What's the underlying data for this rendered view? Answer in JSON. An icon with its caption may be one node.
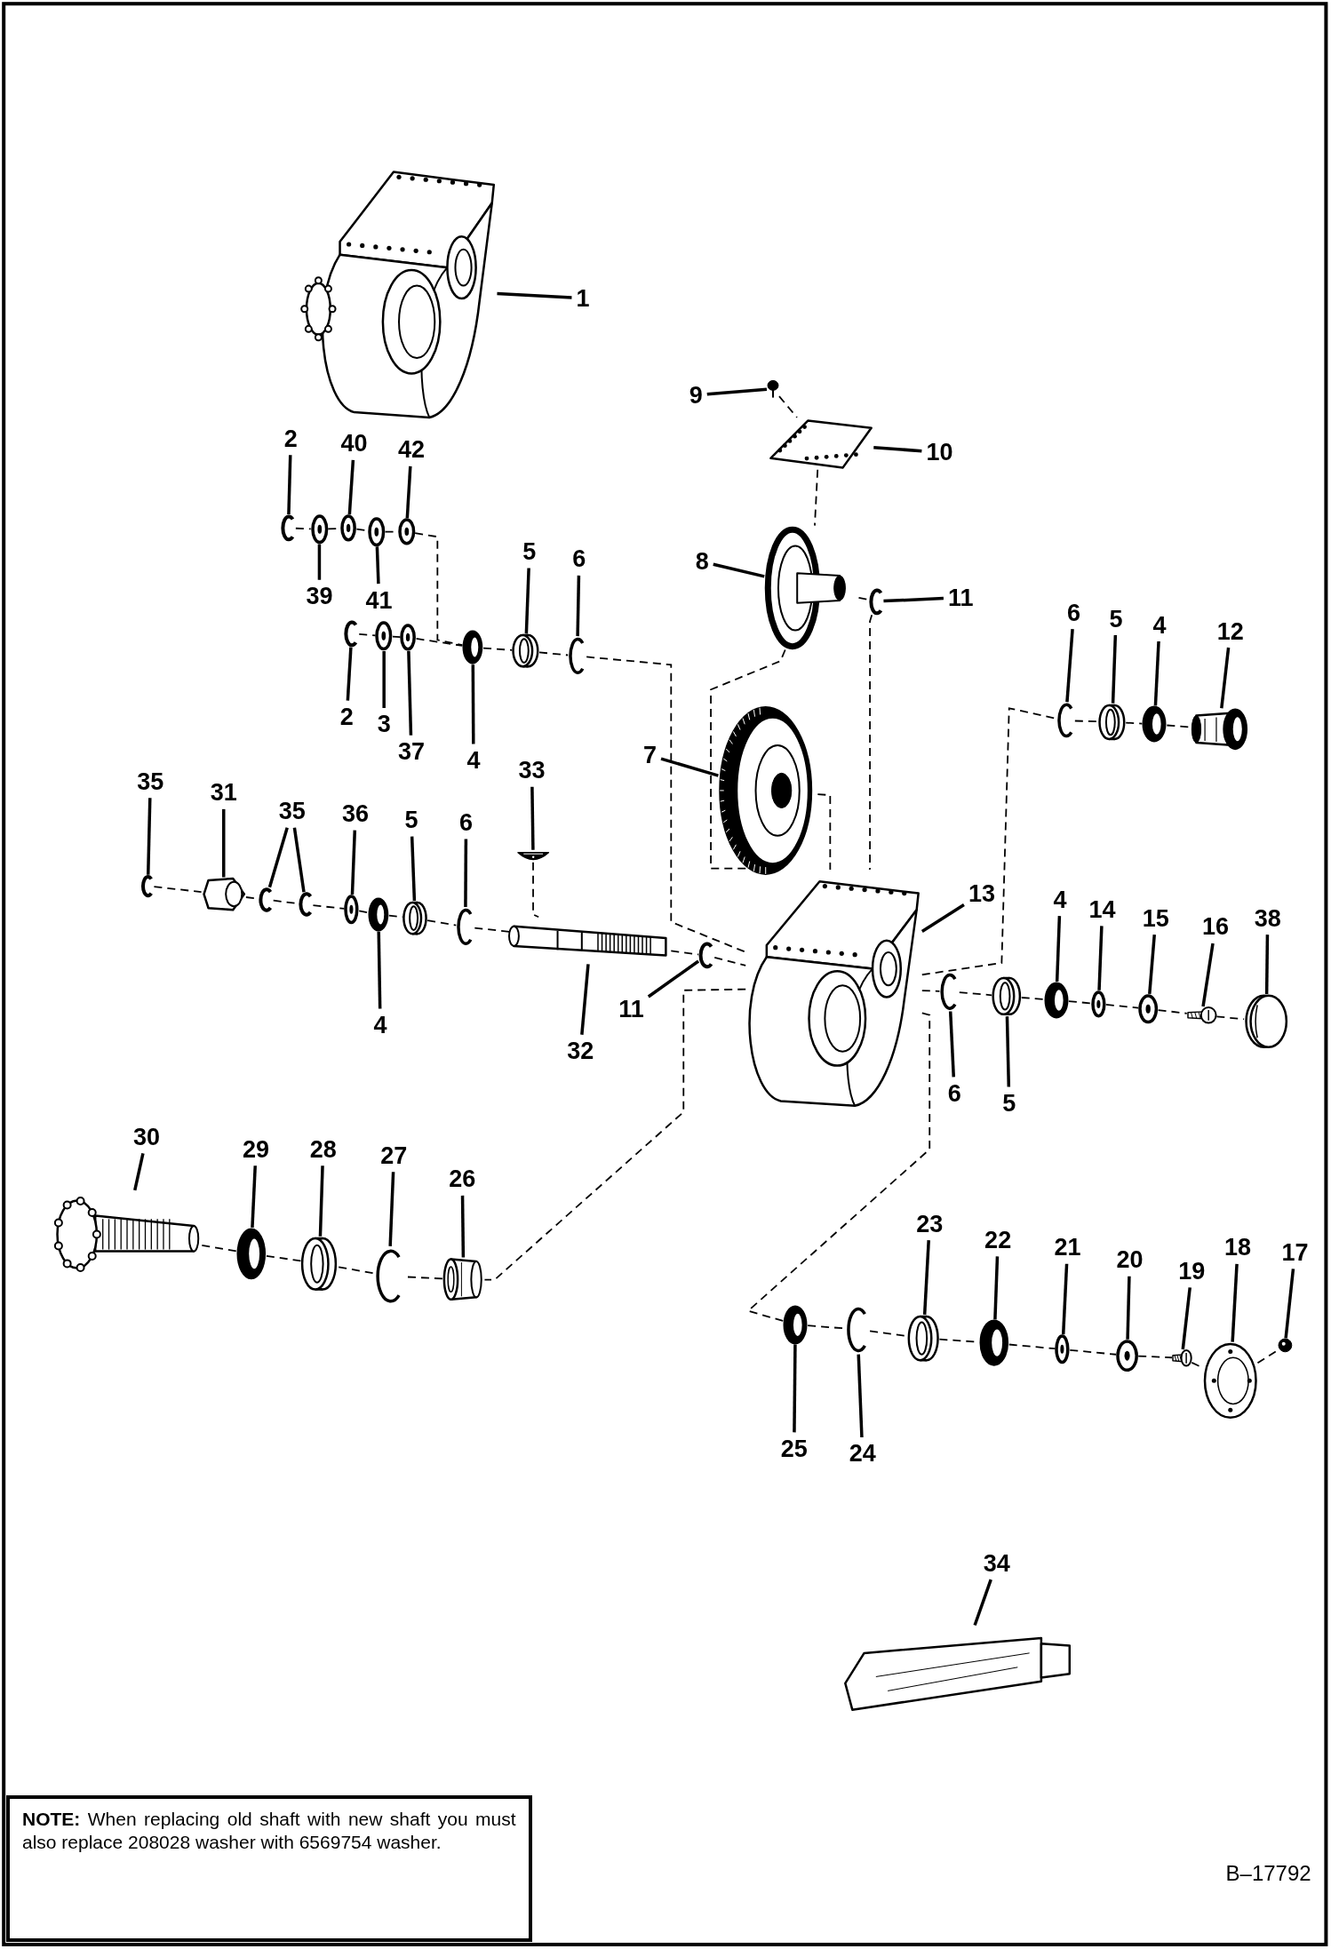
{
  "diagram": {
    "nodes": [
      {
        "text": [
          "1"
        ]
      },
      {
        "text": [
          "2"
        ]
      },
      {
        "text": [
          "40"
        ]
      },
      {
        "text": [
          "42"
        ]
      },
      {
        "text": [
          "9"
        ]
      },
      {
        "text": [
          "39"
        ]
      },
      {
        "text": [
          "41"
        ]
      },
      {
        "text": [
          "10"
        ]
      },
      {
        "text": [
          "5"
        ]
      },
      {
        "text": [
          "6"
        ]
      },
      {
        "text": [
          "8"
        ]
      },
      {
        "text": [
          "11"
        ]
      },
      {
        "text": [
          "6"
        ]
      },
      {
        "text": [
          "5"
        ]
      },
      {
        "text": [
          "4"
        ]
      },
      {
        "text": [
          "12"
        ]
      },
      {
        "text": [
          "2"
        ]
      },
      {
        "text": [
          "3"
        ]
      },
      {
        "text": [
          "37"
        ]
      },
      {
        "text": [
          "4"
        ]
      },
      {
        "text": [
          "7"
        ]
      },
      {
        "text": [
          "35"
        ]
      },
      {
        "text": [
          "31"
        ]
      },
      {
        "text": [
          "35"
        ]
      },
      {
        "text": [
          "36"
        ]
      },
      {
        "text": [
          "5"
        ]
      },
      {
        "text": [
          "6"
        ]
      },
      {
        "text": [
          "33"
        ]
      },
      {
        "text": [
          "13"
        ]
      },
      {
        "text": [
          "4"
        ]
      },
      {
        "text": [
          "14"
        ]
      },
      {
        "text": [
          "15"
        ]
      },
      {
        "text": [
          "16"
        ]
      },
      {
        "text": [
          "38"
        ]
      },
      {
        "text": [
          "4"
        ]
      },
      {
        "text": [
          "11"
        ]
      },
      {
        "text": [
          "32"
        ]
      },
      {
        "text": [
          "6"
        ]
      },
      {
        "text": [
          "5"
        ]
      },
      {
        "text": [
          "30"
        ]
      },
      {
        "text": [
          "29"
        ]
      },
      {
        "text": [
          "28"
        ]
      },
      {
        "text": [
          "27"
        ]
      },
      {
        "text": [
          "26"
        ]
      },
      {
        "text": [
          "23"
        ]
      },
      {
        "text": [
          "22"
        ]
      },
      {
        "text": [
          "21"
        ]
      },
      {
        "text": [
          "20"
        ]
      },
      {
        "text": [
          "19"
        ]
      },
      {
        "text": [
          "18"
        ]
      },
      {
        "text": [
          "17"
        ]
      },
      {
        "text": [
          "25"
        ]
      },
      {
        "text": [
          "24"
        ]
      },
      {
        "text": [
          "34"
        ]
      },
      {
        "text": [],
        "shape": "picture"
      },
      {
        "text": [],
        "shape": "picture"
      },
      {
        "text": [],
        "shape": "picture"
      },
      {
        "text": [],
        "shape": "picture"
      },
      {
        "text": [],
        "shape": "picture"
      },
      {
        "text": [],
        "shape": "picture"
      },
      {
        "text": [],
        "shape": "picture"
      },
      {
        "text": [],
        "shape": "picture"
      },
      {
        "text": [],
        "shape": "picture"
      },
      {
        "text": [],
        "shape": "picture"
      },
      {
        "text": [],
        "shape": "picture"
      },
      {
        "text": [],
        "shape": "picture"
      },
      {
        "text": [],
        "shape": "picture"
      },
      {
        "text": [],
        "shape": "picture"
      },
      {
        "text": [],
        "shape": "picture"
      },
      {
        "text": [],
        "shape": "picture"
      },
      {
        "text": [],
        "shape": "picture"
      },
      {
        "text": [],
        "shape": "picture"
      },
      {
        "text": [],
        "shape": "picture"
      },
      {
        "text": [],
        "shape": "picture"
      },
      {
        "text": [],
        "shape": "picture"
      },
      {
        "text": [],
        "shape": "picture"
      },
      {
        "text": [],
        "shape": "picture"
      },
      {
        "text": [],
        "shape": "picture"
      },
      {
        "text": [],
        "shape": "picture"
      },
      {
        "text": [],
        "shape": "picture"
      },
      {
        "text": [],
        "shape": "picture"
      },
      {
        "text": [],
        "shape": "picture"
      },
      {
        "text": [],
        "shape": "picture"
      },
      {
        "text": [],
        "shape": "picture"
      },
      {
        "text": [],
        "shape": "picture"
      },
      {
        "text": [],
        "shape": "picture"
      },
      {
        "text": [],
        "shape": "picture"
      },
      {
        "text": [],
        "shape": "picture"
      },
      {
        "text": [],
        "shape": "picture"
      },
      {
        "text": [],
        "shape": "picture"
      },
      {
        "text": [],
        "shape": "picture"
      },
      {
        "text": [],
        "shape": "picture"
      },
      {
        "text": [],
        "shape": "picture"
      },
      {
        "text": [],
        "shape": "picture"
      },
      {
        "text": [],
        "shape": "picture"
      },
      {
        "text": [],
        "shape": "picture"
      },
      {
        "text": [],
        "shape": "picture"
      },
      {
        "text": [],
        "shape": "picture"
      },
      {
        "text": [],
        "shape": "picture"
      },
      {
        "text": [],
        "shape": "picture"
      },
      {
        "text": [],
        "shape": "picture"
      },
      {
        "text": [],
        "shape": "picture"
      },
      {
        "text": [],
        "shape": "picture"
      },
      {
        "text": [],
        "shape": "picture"
      },
      {
        "text": [],
        "shape": "picture"
      },
      {
        "text": [],
        "shape": "picture"
      },
      {
        "text": [],
        "shape": "picture"
      },
      {
        "text": [],
        "shape": "picture"
      },
      {
        "text": [],
        "shape": "picture"
      },
      {
        "text": [
          "**NOTE:** When replacing old shaft with new shaft you must also replace 208028 washer with 6569754 washer."
        ]
      }
    ],
    "edges": [
      {
        "from": 0,
        "to": 54,
        "arrow": "none"
      },
      {
        "from": 1,
        "to": 59,
        "arrow": "none"
      },
      {
        "from": 2,
        "to": 61,
        "arrow": "none"
      },
      {
        "from": 3,
        "to": 63,
        "arrow": "none"
      },
      {
        "from": 4,
        "to": 55,
        "arrow": "none"
      },
      {
        "from": 5,
        "to": 60,
        "arrow": "none"
      },
      {
        "from": 6,
        "to": 62,
        "arrow": "none"
      },
      {
        "from": 7,
        "to": 56,
        "arrow": "none"
      },
      {
        "from": 8,
        "to": 68,
        "arrow": "none"
      },
      {
        "from": 9,
        "to": 69,
        "arrow": "none"
      },
      {
        "from": 10,
        "to": 57,
        "arrow": "none"
      },
      {
        "from": 11,
        "to": 58,
        "arrow": "none"
      },
      {
        "from": 12,
        "to": 71,
        "arrow": "none"
      },
      {
        "from": 13,
        "to": 72,
        "arrow": "none"
      },
      {
        "from": 14,
        "to": 73,
        "arrow": "none"
      },
      {
        "from": 15,
        "to": 74,
        "arrow": "none"
      },
      {
        "from": 16,
        "to": 64,
        "arrow": "none"
      },
      {
        "from": 17,
        "to": 65,
        "arrow": "none"
      },
      {
        "from": 18,
        "to": 66,
        "arrow": "none"
      },
      {
        "from": 19,
        "to": 67,
        "arrow": "none"
      },
      {
        "from": 20,
        "to": 70,
        "arrow": "none"
      },
      {
        "from": 21,
        "to": 75,
        "arrow": "none"
      },
      {
        "from": 22,
        "to": 76,
        "arrow": "none"
      },
      {
        "from": 23,
        "to": 77,
        "arrow": "none"
      },
      {
        "from": 23,
        "to": 78,
        "arrow": "none"
      },
      {
        "from": 24,
        "to": 79,
        "arrow": "none"
      },
      {
        "from": 25,
        "to": 81,
        "arrow": "none"
      },
      {
        "from": 26,
        "to": 82,
        "arrow": "none"
      },
      {
        "from": 27,
        "to": 83,
        "arrow": "none"
      },
      {
        "from": 28,
        "to": 86,
        "arrow": "none"
      },
      {
        "from": 29,
        "to": 89,
        "arrow": "none"
      },
      {
        "from": 30,
        "to": 90,
        "arrow": "none"
      },
      {
        "from": 31,
        "to": 91,
        "arrow": "none"
      },
      {
        "from": 32,
        "to": 92,
        "arrow": "none"
      },
      {
        "from": 33,
        "to": 93,
        "arrow": "none"
      },
      {
        "from": 34,
        "to": 80,
        "arrow": "none"
      },
      {
        "from": 35,
        "to": 85,
        "arrow": "none"
      },
      {
        "from": 36,
        "to": 84,
        "arrow": "none"
      },
      {
        "from": 37,
        "to": 87,
        "arrow": "none"
      },
      {
        "from": 38,
        "to": 88,
        "arrow": "none"
      },
      {
        "from": 39,
        "to": 94,
        "arrow": "none"
      },
      {
        "from": 40,
        "to": 95,
        "arrow": "none"
      },
      {
        "from": 41,
        "to": 96,
        "arrow": "none"
      },
      {
        "from": 42,
        "to": 97,
        "arrow": "none"
      },
      {
        "from": 43,
        "to": 98,
        "arrow": "none"
      },
      {
        "from": 44,
        "to": 101,
        "arrow": "none"
      },
      {
        "from": 45,
        "to": 102,
        "arrow": "none"
      },
      {
        "from": 46,
        "to": 103,
        "arrow": "none"
      },
      {
        "from": 47,
        "to": 104,
        "arrow": "none"
      },
      {
        "from": 48,
        "to": 105,
        "arrow": "none"
      },
      {
        "from": 49,
        "to": 106,
        "arrow": "none"
      },
      {
        "from": 50,
        "to": 107,
        "arrow": "none"
      },
      {
        "from": 51,
        "to": 99,
        "arrow": "none"
      },
      {
        "from": 52,
        "to": 100,
        "arrow": "none"
      },
      {
        "from": 53,
        "to": 108,
        "arrow": "none"
      },
      {
        "from": 59,
        "to": 60,
        "arrow": "none",
        "style": "dashed"
      },
      {
        "from": 60,
        "to": 61,
        "arrow": "none",
        "style": "dashed"
      },
      {
        "from": 61,
        "to": 62,
        "arrow": "none",
        "style": "dashed"
      },
      {
        "from": 62,
        "to": 63,
        "arrow": "none",
        "style": "dashed"
      },
      {
        "from": 63,
        "to": 67,
        "arrow": "none",
        "style": "dashed"
      },
      {
        "from": 64,
        "to": 65,
        "arrow": "none",
        "style": "dashed"
      },
      {
        "from": 65,
        "to": 66,
        "arrow": "none",
        "style": "dashed"
      },
      {
        "from": 66,
        "to": 67,
        "arrow": "none",
        "style": "dashed"
      },
      {
        "from": 67,
        "to": 68,
        "arrow": "none",
        "style": "dashed"
      },
      {
        "from": 68,
        "to": 69,
        "arrow": "none",
        "style": "dashed"
      },
      {
        "from": 69,
        "to": 86,
        "arrow": "none",
        "style": "dashed"
      },
      {
        "from": 55,
        "to": 56,
        "arrow": "none",
        "style": "dashed"
      },
      {
        "from": 56,
        "to": 57,
        "arrow": "none",
        "style": "dashed"
      },
      {
        "from": 57,
        "to": 86,
        "arrow": "none",
        "style": "dashed"
      },
      {
        "from": 57,
        "to": 58,
        "arrow": "none",
        "style": "dashed"
      },
      {
        "from": 58,
        "to": 86,
        "arrow": "none",
        "style": "dashed"
      },
      {
        "from": 70,
        "to": 86,
        "arrow": "none",
        "style": "dashed"
      },
      {
        "from": 86,
        "to": 71,
        "arrow": "none",
        "style": "dashed"
      },
      {
        "from": 71,
        "to": 72,
        "arrow": "none",
        "style": "dashed"
      },
      {
        "from": 72,
        "to": 73,
        "arrow": "none",
        "style": "dashed"
      },
      {
        "from": 73,
        "to": 74,
        "arrow": "none",
        "style": "dashed"
      },
      {
        "from": 75,
        "to": 76,
        "arrow": "none",
        "style": "dashed"
      },
      {
        "from": 76,
        "to": 77,
        "arrow": "none",
        "style": "dashed"
      },
      {
        "from": 77,
        "to": 78,
        "arrow": "none",
        "style": "dashed"
      },
      {
        "from": 78,
        "to": 79,
        "arrow": "none",
        "style": "dashed"
      },
      {
        "from": 79,
        "to": 80,
        "arrow": "none",
        "style": "dashed"
      },
      {
        "from": 80,
        "to": 81,
        "arrow": "none",
        "style": "dashed"
      },
      {
        "from": 81,
        "to": 82,
        "arrow": "none",
        "style": "dashed"
      },
      {
        "from": 82,
        "to": 84,
        "arrow": "none",
        "style": "dashed"
      },
      {
        "from": 83,
        "to": 84,
        "arrow": "none",
        "style": "dashed"
      },
      {
        "from": 84,
        "to": 85,
        "arrow": "none",
        "style": "dashed"
      },
      {
        "from": 85,
        "to": 86,
        "arrow": "none",
        "style": "dashed"
      },
      {
        "from": 86,
        "to": 87,
        "arrow": "none",
        "style": "dashed"
      },
      {
        "from": 87,
        "to": 88,
        "arrow": "none",
        "style": "dashed"
      },
      {
        "from": 88,
        "to": 89,
        "arrow": "none",
        "style": "dashed"
      },
      {
        "from": 89,
        "to": 90,
        "arrow": "none",
        "style": "dashed"
      },
      {
        "from": 90,
        "to": 91,
        "arrow": "none",
        "style": "dashed"
      },
      {
        "from": 91,
        "to": 92,
        "arrow": "none",
        "style": "dashed"
      },
      {
        "from": 92,
        "to": 93,
        "arrow": "none",
        "style": "dashed"
      },
      {
        "from": 86,
        "to": 98,
        "arrow": "none",
        "style": "dashed"
      },
      {
        "from": 98,
        "to": 97,
        "arrow": "none",
        "style": "dashed"
      },
      {
        "from": 97,
        "to": 96,
        "arrow": "none",
        "style": "dashed"
      },
      {
        "from": 96,
        "to": 95,
        "arrow": "none",
        "style": "dashed"
      },
      {
        "from": 95,
        "to": 94,
        "arrow": "none",
        "style": "dashed"
      },
      {
        "from": 86,
        "to": 99,
        "arrow": "none",
        "style": "dashed"
      },
      {
        "from": 99,
        "to": 100,
        "arrow": "none",
        "style": "dashed"
      },
      {
        "from": 100,
        "to": 101,
        "arrow": "none",
        "style": "dashed"
      },
      {
        "from": 101,
        "to": 102,
        "arrow": "none",
        "style": "dashed"
      },
      {
        "from": 102,
        "to": 103,
        "arrow": "none",
        "style": "dashed"
      },
      {
        "from": 103,
        "to": 104,
        "arrow": "none",
        "style": "dashed"
      },
      {
        "from": 104,
        "to": 105,
        "arrow": "none",
        "style": "dashed"
      },
      {
        "from": 105,
        "to": 106,
        "arrow": "none",
        "style": "dashed"
      },
      {
        "from": 106,
        "to": 107,
        "arrow": "none",
        "style": "dashed"
      }
    ],
    "labels": [
      "B–17792"
    ]
  }
}
